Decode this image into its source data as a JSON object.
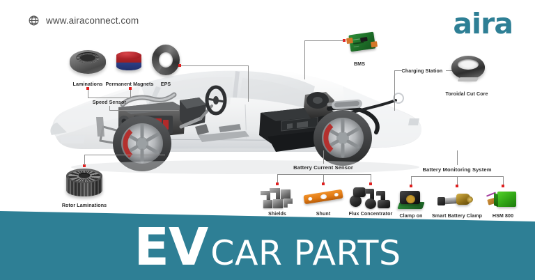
{
  "header": {
    "globe_icon": "globe-icon",
    "site_url": "www.airaconnect.com",
    "brand": "aira"
  },
  "colors": {
    "brand_teal": "#2e7f95",
    "connector_red": "#e02020",
    "leader_gray": "#8c8c8c",
    "label_text": "#2b2b2b",
    "background": "#ffffff"
  },
  "diagram": {
    "subject": "electric vehicle cutaway",
    "parts": [
      {
        "id": "laminations",
        "label": "Laminations",
        "icon": "stator-lamination-ring"
      },
      {
        "id": "permanent-magnets",
        "label": "Permanent Magnets",
        "icon": "magnet-cylinder"
      },
      {
        "id": "eps",
        "label": "EPS",
        "icon": "eps-ring"
      },
      {
        "id": "speed-sensor",
        "label": "Speed Sensor",
        "icon": "bracket-group"
      },
      {
        "id": "rotor-laminations",
        "label": "Rotor Laminations",
        "icon": "rotor-stack"
      },
      {
        "id": "bms",
        "label": "BMS",
        "icon": "green-pcb"
      },
      {
        "id": "charging-station",
        "label": "Charging Station",
        "icon": "leader-label"
      },
      {
        "id": "toroidal-cut-core",
        "label": "Toroidal Cut Core",
        "icon": "toroid-ring"
      },
      {
        "id": "battery-current-sensor",
        "label": "Battery Current Sensor",
        "icon": "bracket-group"
      },
      {
        "id": "shields",
        "label": "Shields",
        "icon": "metal-shield-cluster"
      },
      {
        "id": "shunt",
        "label": "Shunt",
        "icon": "orange-shunt-bar"
      },
      {
        "id": "flux-concentrator",
        "label": "Flux Concentrator",
        "icon": "ferrite-cluster"
      },
      {
        "id": "battery-monitoring-system",
        "label": "Battery Monitoring System",
        "icon": "bracket-group"
      },
      {
        "id": "clamp-on",
        "label": "Clamp on",
        "icon": "clamp-on-sensor"
      },
      {
        "id": "smart-battery-clamp",
        "label": "Smart Battery Clamp",
        "icon": "smart-battery-clamp"
      },
      {
        "id": "hsm-800",
        "label": "HSM 800",
        "icon": "green-module"
      }
    ]
  },
  "banner": {
    "title_bold": "EV",
    "title_light": "CAR PARTS"
  }
}
